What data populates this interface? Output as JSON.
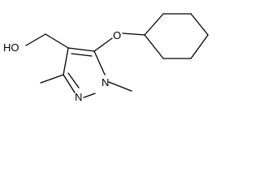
{
  "molecule": {
    "atoms": {
      "hydroxyl": "HO",
      "ether_oxygen": "O",
      "ring_nitrogen_1": "N",
      "ring_nitrogen_2": "N"
    },
    "colors": {
      "bond": "#000000",
      "label": "#000000",
      "background": "#ffffff"
    }
  }
}
